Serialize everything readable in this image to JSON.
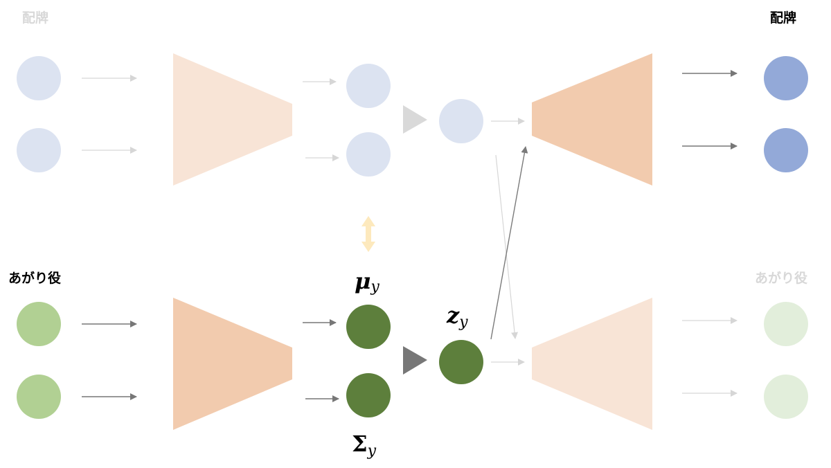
{
  "labels": {
    "tiles_top_left": "配牌",
    "tiles_top_right": "配牌",
    "yaku_bottom_left": "あがり役",
    "yaku_bottom_right": "あがり役"
  },
  "math": {
    "mu": "μ",
    "mu_sub": "y",
    "sigma": "Σ",
    "sigma_sub": "y",
    "z": "z",
    "z_sub": "y"
  },
  "colors": {
    "blue_faded": "#dce3f1",
    "blue_strong": "#93a9d8",
    "green_faded": "#e2eedb",
    "green_input": "#b1d093",
    "green_latent": "#5d7f3c",
    "orange_faded": "#f8e4d6",
    "orange_strong": "#f2cbae",
    "arrow_dark": "#777777",
    "arrow_light": "#d6d6d6",
    "label_faded": "#d8d8d8",
    "label_dark": "#000000",
    "double_arrow": "#fde9bd"
  }
}
